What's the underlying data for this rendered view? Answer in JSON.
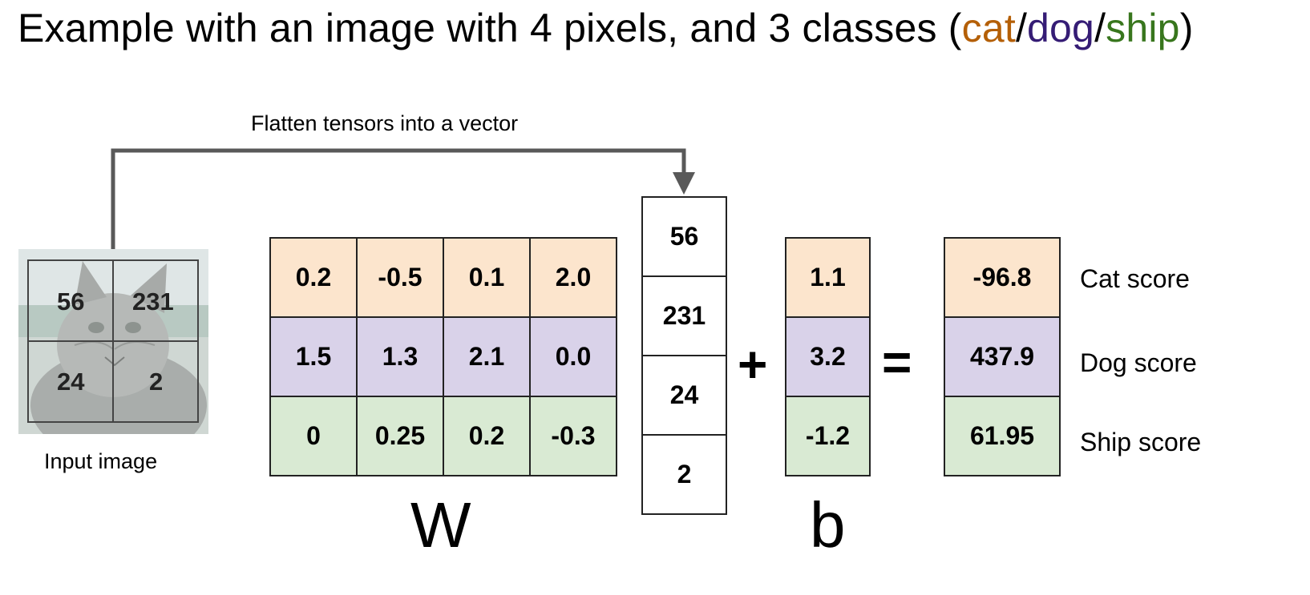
{
  "title": {
    "prefix": "Example with an image with 4 pixels, and 3 classes (",
    "cat": "cat",
    "sep1": "/",
    "dog": "dog",
    "sep2": "/",
    "ship": "ship",
    "suffix": ")",
    "colors": {
      "cat": "#b45f06",
      "dog": "#351c75",
      "ship": "#38761d"
    }
  },
  "flatten_label": "Flatten tensors into a vector",
  "input_image": {
    "caption": "Input image",
    "pixels": [
      "56",
      "231",
      "24",
      "2"
    ]
  },
  "weights": {
    "label": "W",
    "rows": [
      [
        "0.2",
        "-0.5",
        "0.1",
        "2.0"
      ],
      [
        "1.5",
        "1.3",
        "2.1",
        "0.0"
      ],
      [
        "0",
        "0.25",
        "0.2",
        "-0.3"
      ]
    ]
  },
  "input_vector": [
    "56",
    "231",
    "24",
    "2"
  ],
  "plus_sign": "+",
  "bias": {
    "label": "b",
    "values": [
      "1.1",
      "3.2",
      "-1.2"
    ]
  },
  "equals_sign": "=",
  "scores": {
    "values": [
      "-96.8",
      "437.9",
      "61.95"
    ],
    "labels": [
      "Cat score",
      "Dog score",
      "Ship score"
    ]
  },
  "row_colors": [
    "#fce5cd",
    "#d9d2e9",
    "#d9ead3"
  ]
}
